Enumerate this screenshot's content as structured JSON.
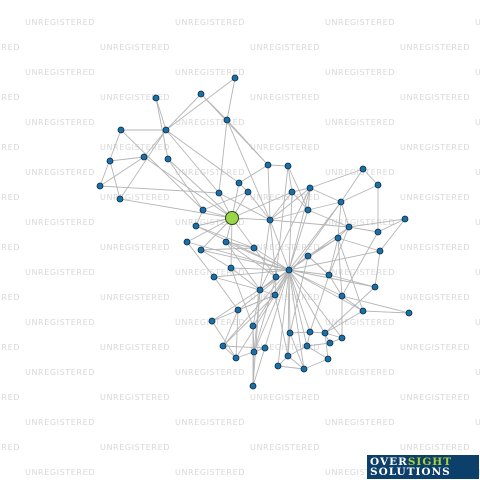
{
  "watermark": {
    "text": "UNREGISTERED"
  },
  "logo": {
    "line1_a": "OVER",
    "line1_b": "SIGHT",
    "line2": "SOLUTIONS"
  },
  "colors": {
    "node": "#1a6fa8",
    "node_stroke": "#0b2a40",
    "focus_node": "#9bd54a",
    "edge": "#b5b5b5",
    "watermark": "#d8d8d8",
    "logo_bg": "#0c3f69",
    "logo_accent": "#a9d33a"
  }
}
